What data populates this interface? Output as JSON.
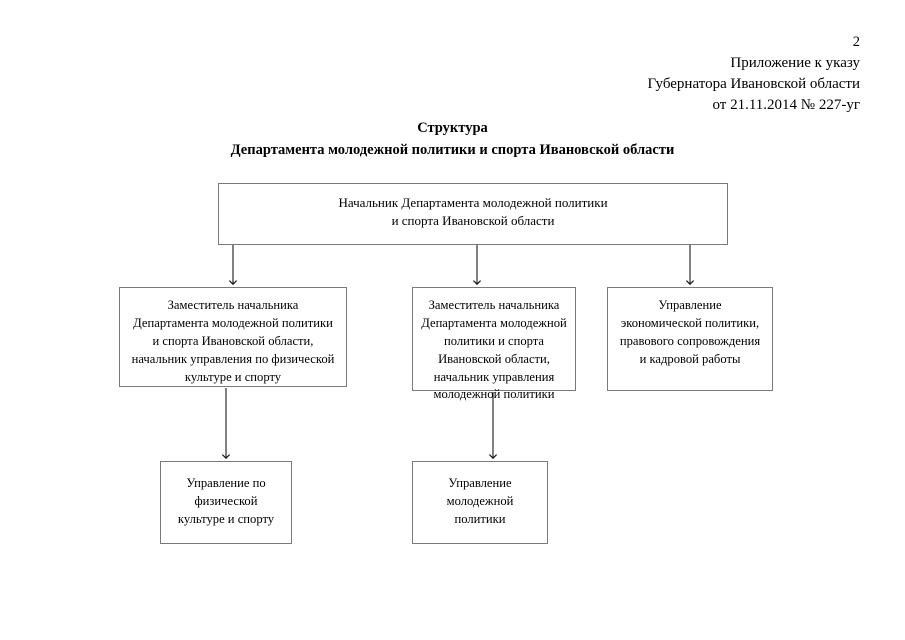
{
  "header": {
    "page_number": "2",
    "lines": [
      "Приложение к указу",
      "Губернатора Ивановской области",
      "от 21.11.2014 № 227-уг"
    ],
    "line_1": "Приложение к указу",
    "line_2": "Губернатора Ивановской области",
    "line_3": "от 21.11.2014 № 227-уг"
  },
  "title": {
    "line_1": "Структура",
    "line_2": "Департамента молодежной политики и спорта Ивановской области"
  },
  "chart_data": {
    "type": "diagram",
    "orientation": "top-down",
    "levels": 3,
    "nodes": [
      {
        "id": "head",
        "level": 1,
        "text": "Начальник Департамента молодежной политики\nи спорта Ивановской области"
      },
      {
        "id": "deputy-sport",
        "level": 2,
        "text": "Заместитель начальника\nДепартамента молодежной политики\nи спорта Ивановской области,\nначальник управления по физической\nкультуре и спорту"
      },
      {
        "id": "deputy-youth",
        "level": 2,
        "text": "Заместитель начальника\nДепартамента молодежной\nполитики и спорта\nИвановской области,\nначальник управления\nмолодежной политики"
      },
      {
        "id": "economic",
        "level": 2,
        "text": "Управление\nэкономической политики,\nправового сопровождения\nи кадровой работы"
      },
      {
        "id": "sport-dept",
        "level": 3,
        "text": "Управление по\nфизической\nкультуре и спорту"
      },
      {
        "id": "youth-dept",
        "level": 3,
        "text": "Управление\nмолодежной\nполитики"
      }
    ],
    "edges": [
      {
        "from": "head",
        "to": "deputy-sport",
        "style": "arrow"
      },
      {
        "from": "head",
        "to": "deputy-youth",
        "style": "arrow"
      },
      {
        "from": "head",
        "to": "economic",
        "style": "arrow"
      },
      {
        "from": "deputy-sport",
        "to": "sport-dept",
        "style": "arrow"
      },
      {
        "from": "deputy-youth",
        "to": "youth-dept",
        "style": "arrow"
      }
    ],
    "colors": {
      "box_border": "#7a7a7a",
      "connector": "#1a1a1a",
      "text": "#000000",
      "background": "#ffffff"
    }
  }
}
